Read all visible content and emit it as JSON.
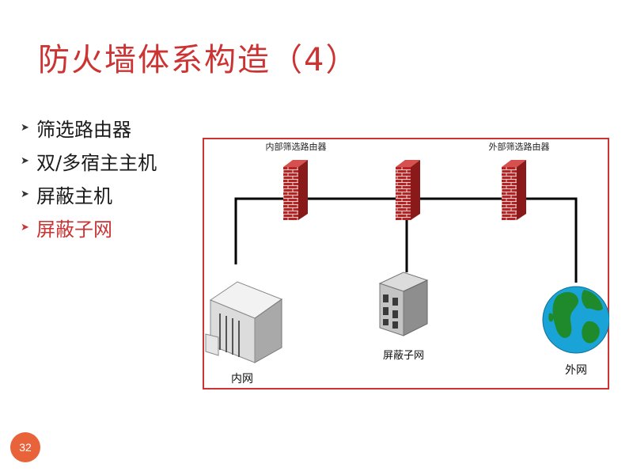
{
  "slide": {
    "title": "防火墙体系构造（4）",
    "page_number": "32"
  },
  "bullets": [
    {
      "text": "筛选路由器",
      "active": false
    },
    {
      "text": "双/多宿主主机",
      "active": false
    },
    {
      "text": "屏蔽主机",
      "active": false
    },
    {
      "text": "屏蔽子网",
      "active": true
    }
  ],
  "diagram": {
    "labels": {
      "inner_router": "内部筛选路由器",
      "outer_router": "外部筛选路由器",
      "inner_net": "内网",
      "screened_subnet": "屏蔽子网",
      "outer_net": "外网"
    },
    "colors": {
      "border": "#cc3333",
      "firewall": "#b52424",
      "mortar": "#f3d2d2",
      "line": "#000000",
      "globe_ocean": "#1aa3d6",
      "globe_land": "#1f8a2c"
    },
    "icons": [
      "firewall-icon",
      "server-building-icon",
      "office-building-icon",
      "globe-icon"
    ]
  }
}
